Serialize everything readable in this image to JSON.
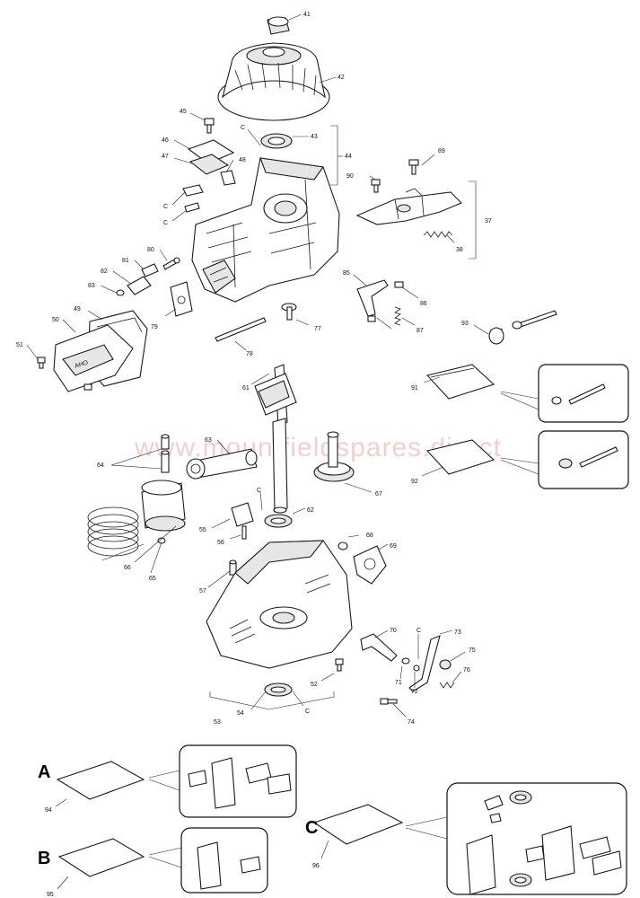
{
  "watermark": "www.mountfieldspares.direct",
  "colors": {
    "line": "#1a1a1a",
    "watermark": "#d9534f",
    "background": "#ffffff"
  },
  "part_numbers": [
    "41",
    "42",
    "43",
    "44",
    "45",
    "46",
    "47",
    "48",
    "37",
    "38",
    "89",
    "90",
    "80",
    "81",
    "82",
    "83",
    "85",
    "86",
    "87",
    "49",
    "50",
    "51",
    "79",
    "77",
    "78",
    "93",
    "61",
    "63",
    "64",
    "91",
    "92",
    "55",
    "56",
    "62",
    "67",
    "66",
    "65",
    "57",
    "68",
    "69",
    "70",
    "71",
    "72",
    "73",
    "74",
    "75",
    "76",
    "52",
    "53",
    "54",
    "94",
    "95",
    "96"
  ],
  "callout_letters": [
    "A",
    "B",
    "C"
  ],
  "kit_markers": [
    "C"
  ]
}
